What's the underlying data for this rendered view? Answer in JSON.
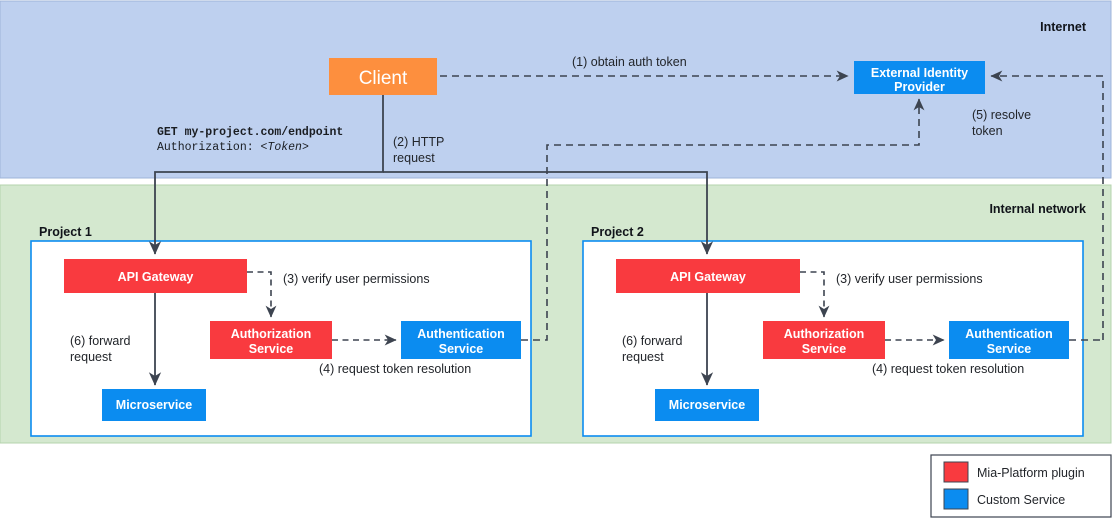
{
  "zones": {
    "internet": {
      "label": "Internet",
      "fill": "#bed0ef"
    },
    "internal": {
      "label": "Internal network",
      "fill": "#d4e8cf"
    }
  },
  "colors": {
    "client": "#fd8f3e",
    "mia_plugin": "#f93a3f",
    "custom_service": "#0b8cf0",
    "project_border": "#0b8cf0",
    "line": "#3d4450",
    "text": "#22252a"
  },
  "nodes": {
    "client": {
      "label": "Client"
    },
    "identity_provider": {
      "label_line1": "External Identity",
      "label_line2": "Provider"
    }
  },
  "request_note": {
    "line1": "GET my-project.com/endpoint",
    "line2_prefix": "Authorization: ",
    "line2_token": "<Token>"
  },
  "projects": [
    {
      "title": "Project 1",
      "api_gateway": "API Gateway",
      "authorization": {
        "line1": "Authorization",
        "line2": "Service"
      },
      "authentication": {
        "line1": "Authentication",
        "line2": "Service"
      },
      "microservice": "Microservice",
      "edge_verify": "(3) verify user permissions",
      "edge_forward_l1": "(6) forward",
      "edge_forward_l2": "request",
      "edge_token": "(4) request token resolution"
    },
    {
      "title": "Project 2",
      "api_gateway": "API Gateway",
      "authorization": {
        "line1": "Authorization",
        "line2": "Service"
      },
      "authentication": {
        "line1": "Authentication",
        "line2": "Service"
      },
      "microservice": "Microservice",
      "edge_verify": "(3) verify user permissions",
      "edge_forward_l1": "(6) forward",
      "edge_forward_l2": "request",
      "edge_token": "(4) request token resolution"
    }
  ],
  "edges": {
    "obtain_token": "(1) obtain auth token",
    "http_request_l1": "(2) HTTP",
    "http_request_l2": "request",
    "resolve_token_l1": "(5) resolve",
    "resolve_token_l2": "token"
  },
  "legend": {
    "items": [
      {
        "label": "Mia-Platform plugin",
        "color": "#f93a3f"
      },
      {
        "label": "Custom Service",
        "color": "#0b8cf0"
      }
    ]
  }
}
